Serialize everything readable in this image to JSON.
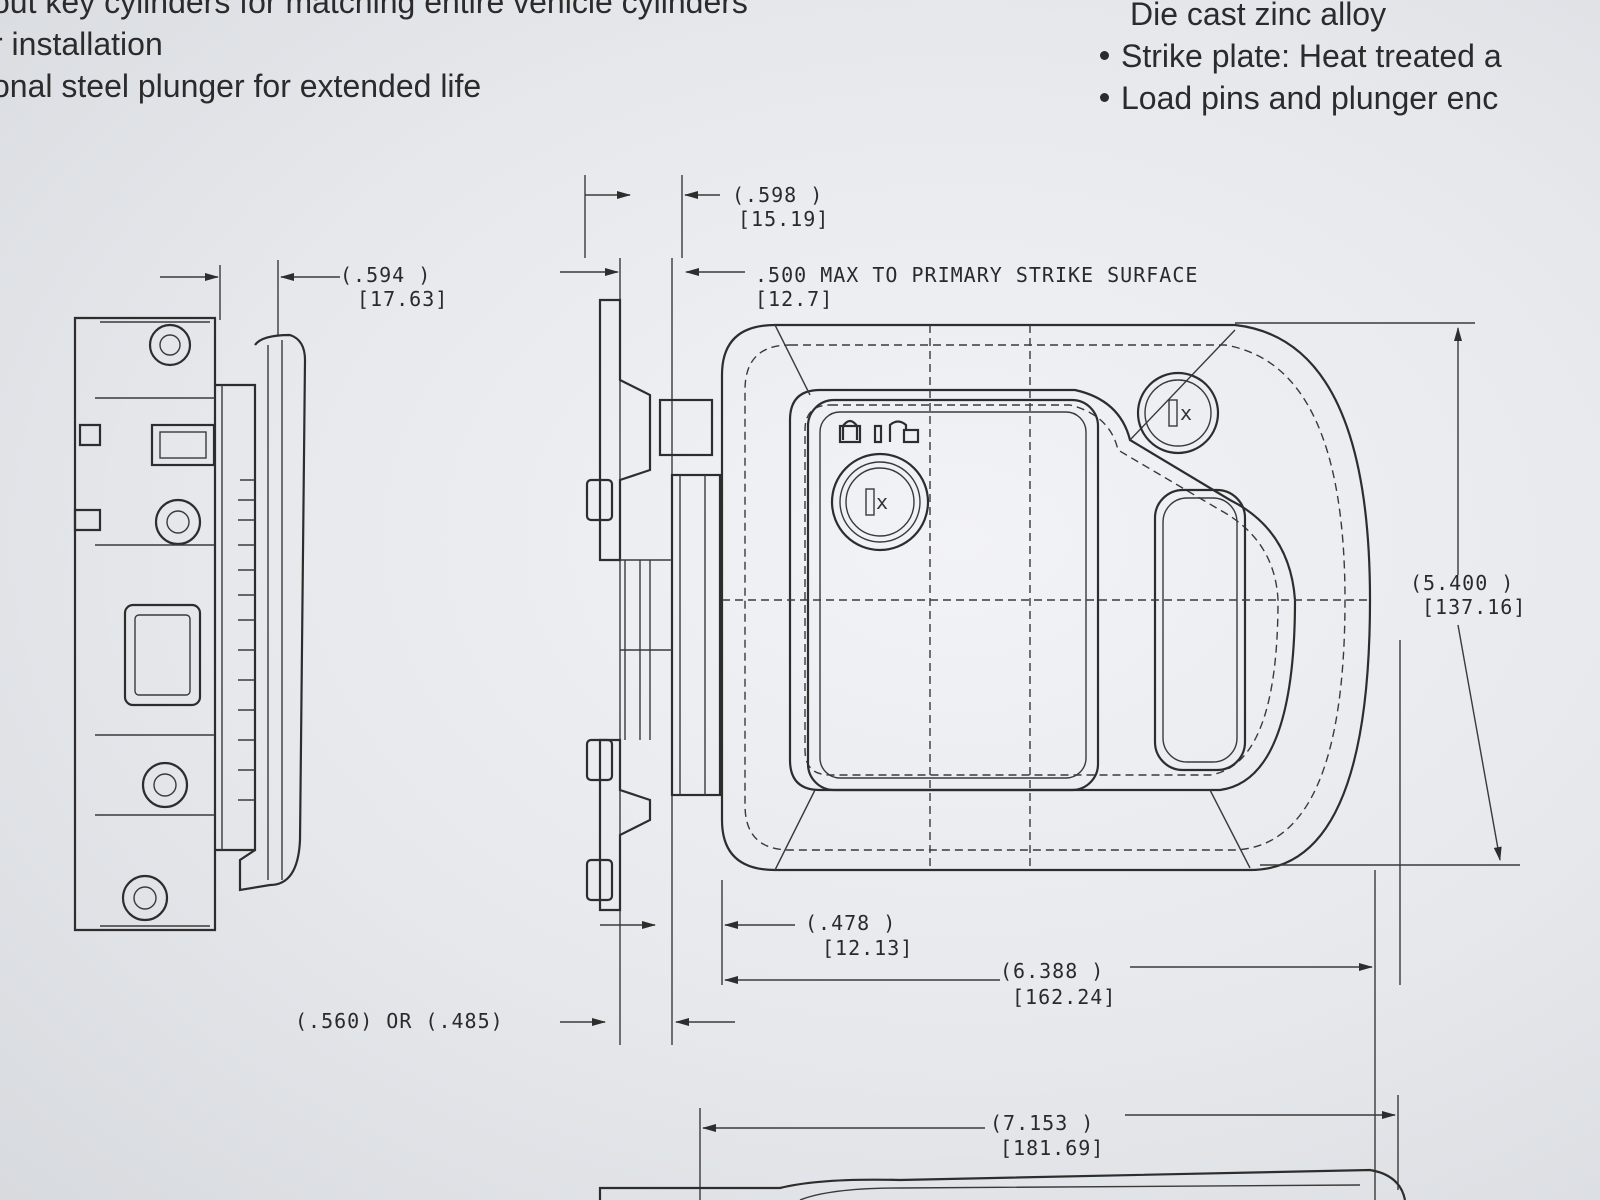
{
  "left_bullets": [
    "out key cylinders for matching entire vehicle cylinders",
    "r installation",
    "onal steel plunger for extended life"
  ],
  "right_bullets": [
    {
      "text": "Die cast zinc alloy",
      "bullet": false
    },
    {
      "text": "Strike plate: Heat treated a",
      "bullet": true
    },
    {
      "text": "Load pins and plunger enc",
      "bullet": true
    }
  ],
  "dimensions": {
    "d598": {
      "inch": "(.598    )",
      "mm": "[15.19]"
    },
    "d594": {
      "inch": "(.594    )",
      "mm": "[17.63]"
    },
    "d500": {
      "inch": ".500  MAX TO PRIMARY STRIKE SURFACE",
      "mm": "[12.7]"
    },
    "d5400": {
      "inch": "(5.400    )",
      "mm": "[137.16]"
    },
    "d478": {
      "inch": "(.478    )",
      "mm": "[12.13]"
    },
    "d6388": {
      "inch": "(6.388    )",
      "mm": "[162.24]"
    },
    "d560": {
      "inch": "(.560) OR (.485)"
    },
    "d7153": {
      "inch": "(7.153    )",
      "mm": "[181.69]"
    }
  },
  "icons": [
    "lock-icon",
    "unlock-icon",
    "key-cylinder-icon"
  ],
  "colors": {
    "paper": "#e9ebee",
    "ink": "#2d2d2d"
  }
}
